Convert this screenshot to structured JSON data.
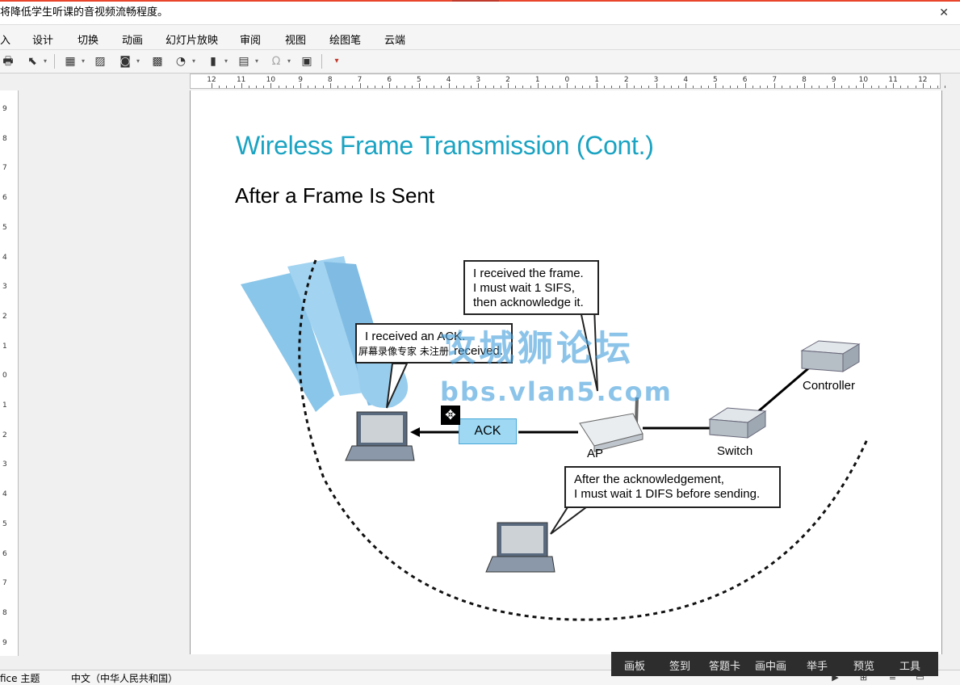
{
  "notice": {
    "text": "将降低学生听课的音视频流畅程度。",
    "close_icon": "close-icon"
  },
  "menu": [
    "入",
    "设计",
    "切换",
    "动画",
    "幻灯片放映",
    "审阅",
    "视图",
    "绘图笔",
    "云端"
  ],
  "toolbar_icons": [
    "print-icon",
    "pointer-icon",
    "table-icon",
    "image-icon",
    "camera-icon",
    "gallery-icon",
    "shapes-icon",
    "chart-icon",
    "textbox-icon",
    "symbol-icon",
    "media-icon",
    "more-icon"
  ],
  "ruler": {
    "h": [
      "12",
      "11",
      "10",
      "9",
      "8",
      "7",
      "6",
      "5",
      "4",
      "3",
      "2",
      "1",
      "0",
      "1",
      "2",
      "3",
      "4",
      "5",
      "6",
      "7",
      "8",
      "9",
      "10",
      "11",
      "12"
    ],
    "v": [
      "9",
      "8",
      "7",
      "6",
      "5",
      "4",
      "3",
      "2",
      "1",
      "0",
      "1",
      "2",
      "3",
      "4",
      "5",
      "6",
      "7",
      "8",
      "9"
    ]
  },
  "slide": {
    "title": "Wireless Frame Transmission (Cont.)",
    "subtitle": "After a Frame Is Sent",
    "callout_ap": [
      "I received the frame.",
      "I must wait 1 SIFS,",
      "then acknowledge it."
    ],
    "callout_client": [
      "I received an ACK.",
      "received."
    ],
    "callout_other": [
      "After the acknowledgement,",
      "I must wait 1 DIFS before sending."
    ],
    "ack_label": "ACK",
    "ap_label": "AP",
    "switch_label": "Switch",
    "controller_label": "Controller"
  },
  "watermark": {
    "text": "攻城狮论坛",
    "url": "bbs.vlan5.com",
    "recorder": "屏幕录像专家 未注册"
  },
  "statusbar": {
    "theme": "fice 主题",
    "language": "中文（中华人民共和国）"
  },
  "float_toolbar": [
    "画板",
    "签到",
    "答题卡",
    "画中画",
    "举手",
    "预览",
    "工具"
  ]
}
